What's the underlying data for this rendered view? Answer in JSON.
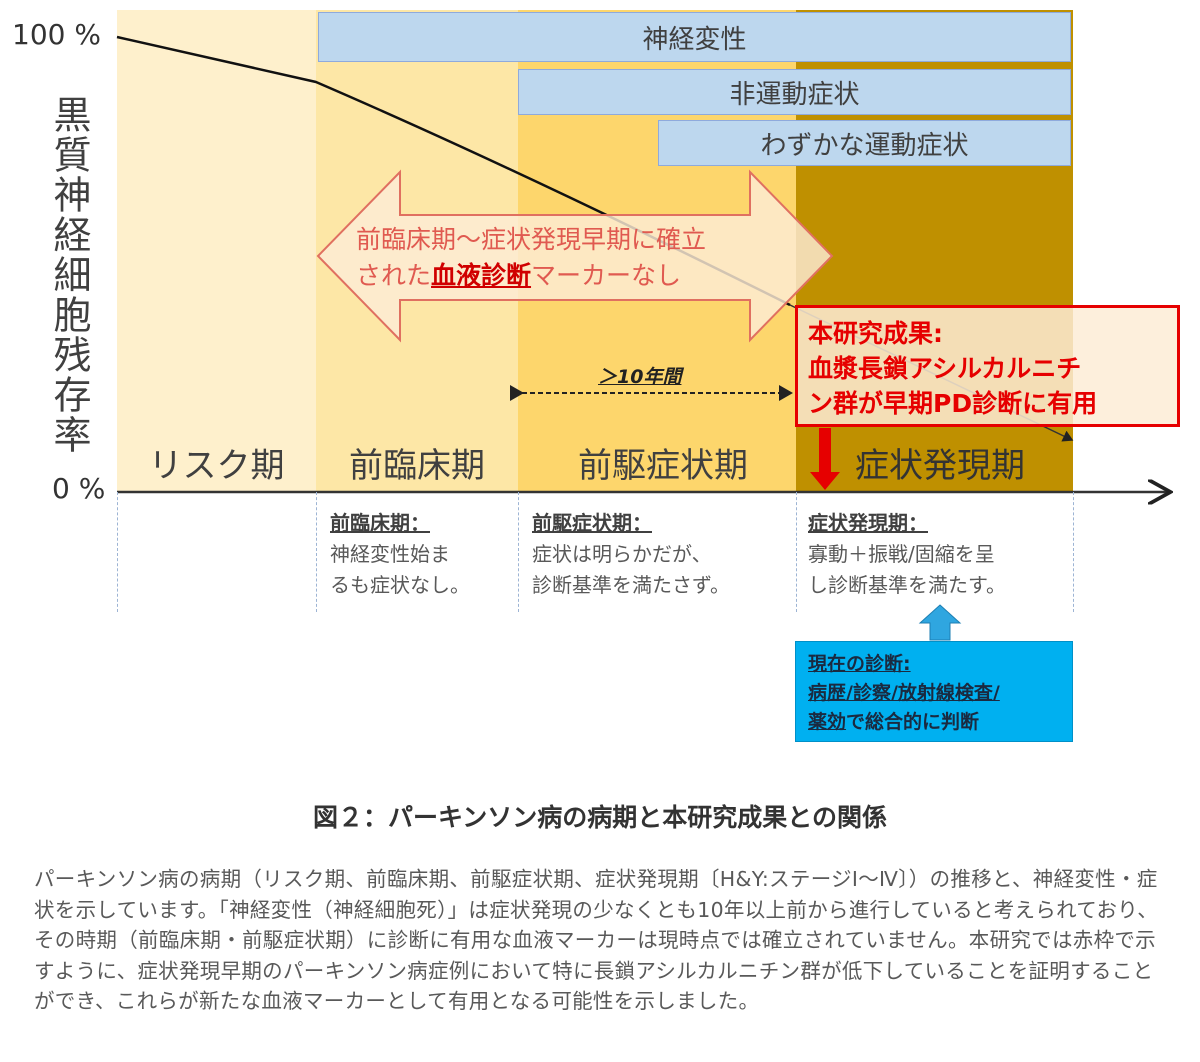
{
  "y_axis": {
    "label": "黒質神経細胞残存率",
    "top": "100 %",
    "bottom": "0 %"
  },
  "colors": {
    "risk": "#fef0cc",
    "preclinical": "#fde7a6",
    "prodromal": "#fdd66c",
    "clinical": "#bf9000",
    "bar": "#bdd7ee",
    "red": "#e60000",
    "blue": "#00b0f0"
  },
  "bars": [
    {
      "label": "神経変性"
    },
    {
      "label": "非運動症状"
    },
    {
      "label": "わずかな運動症状"
    }
  ],
  "stages": [
    {
      "label": "リスク期"
    },
    {
      "label": "前臨床期"
    },
    {
      "label": "前駆症状期"
    },
    {
      "label": "症状発現期"
    }
  ],
  "double_arrow": {
    "line1": "前臨床期～症状発現早期に確立",
    "line2_pre": "された",
    "line2_em": "血液診断",
    "line2_post": "マーカーなし"
  },
  "span_label": "＞10年間",
  "result_box": {
    "line1": "本研究成果:",
    "line2": "血漿長鎖アシルカルニチ",
    "line3": "ン群が早期PD診断に有用"
  },
  "descriptions": [
    {
      "title": "前臨床期：",
      "line1": "神経変性始ま",
      "line2": "るも症状なし。"
    },
    {
      "title": "前駆症状期：",
      "line1": "症状は明らかだが、",
      "line2": "診断基準を満たさず。"
    },
    {
      "title": "症状発現期：",
      "line1": "寡動＋振戦/固縮を呈",
      "line2": "し診断基準を満たす。"
    }
  ],
  "current_diagnosis": {
    "line1": "現在の診断:",
    "line2": "病歴/診察/放射線検査/",
    "line3_em": "薬効",
    "line3_post": "で総合的に判断"
  },
  "figure_title": "図２：パーキンソン病の病期と本研究成果との関係",
  "caption": "パーキンソン病の病期（リスク期、前臨床期、前駆症状期、症状発現期〔H&Y:ステージⅠ～Ⅳ〕）の推移と、神経変性・症状を示しています。「神経変性（神経細胞死）」は症状発現の少なくとも10年以上前から進行していると考えられており、その時期（前臨床期・前駆症状期）に診断に有用な血液マーカーは現時点では確立されていません。本研究では赤枠で示すように、症状発現早期のパーキンソン病症例において特に長鎖アシルカルニチン群が低下していることを証明することができ、これらが新たな血液マーカーとして有用となる可能性を示しました。"
}
